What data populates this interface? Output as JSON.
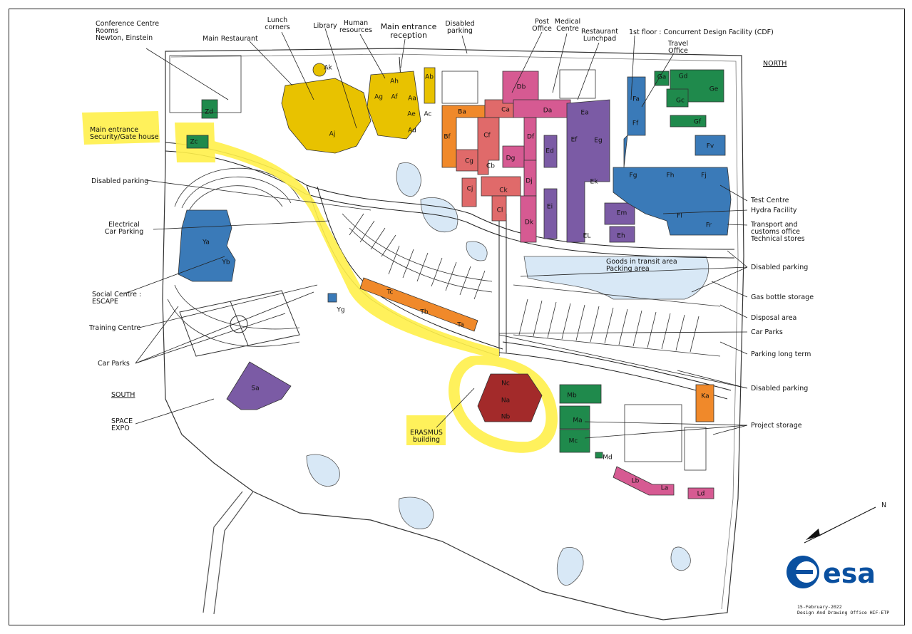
{
  "map": {
    "compass_north": "NORTH",
    "compass_south": "SOUTH",
    "north_arrow_letter": "N",
    "logo_text": "esa",
    "footer_date": "15-February-2022",
    "footer_office": "Design And Drawing Office HIF-ETP",
    "colors": {
      "yellow": "#e8c200",
      "highlight": "#fff04a",
      "orange": "#f0892a",
      "pink": "#d65a92",
      "red": "#e06a6a",
      "purple": "#7b5ba5",
      "blue": "#3a7ab8",
      "green": "#1f8a4c",
      "darkred": "#a32a2a",
      "water": "#d8e8f6",
      "logo_blue": "#0a50a0"
    },
    "labels": [
      {
        "id": "conference",
        "lines": [
          "Conference Centre",
          "Rooms",
          "Newton, Einstein"
        ]
      },
      {
        "id": "lunch",
        "lines": [
          "Lunch",
          "corners"
        ]
      },
      {
        "id": "library",
        "lines": [
          "Library"
        ]
      },
      {
        "id": "hr",
        "lines": [
          "Human",
          "resources"
        ]
      },
      {
        "id": "main-entrance-reception",
        "lines": [
          "Main entrance",
          "reception"
        ]
      },
      {
        "id": "disabled-parking-top",
        "lines": [
          "Disabled",
          "parking"
        ]
      },
      {
        "id": "post-office",
        "lines": [
          "Post",
          "Office"
        ]
      },
      {
        "id": "medical",
        "lines": [
          "Medical",
          "Centre"
        ]
      },
      {
        "id": "restaurant-lunchpad",
        "lines": [
          "Restaurant",
          "Lunchpad"
        ]
      },
      {
        "id": "cdf",
        "lines": [
          "1st floor : Concurrent Design Facility (CDF)"
        ]
      },
      {
        "id": "travel",
        "lines": [
          "Travel",
          "Office"
        ]
      },
      {
        "id": "main-restaurant",
        "lines": [
          "Main Restaurant"
        ]
      },
      {
        "id": "gate",
        "lines": [
          "Main entrance",
          "Security/Gate house"
        ]
      },
      {
        "id": "disabled-parking-left",
        "lines": [
          "Disabled parking"
        ]
      },
      {
        "id": "electrical",
        "lines": [
          "Electrical",
          "Car Parking"
        ]
      },
      {
        "id": "social",
        "lines": [
          "Social Centre :",
          "ESCAPE"
        ]
      },
      {
        "id": "training",
        "lines": [
          "Training Centre"
        ]
      },
      {
        "id": "carparks-left",
        "lines": [
          "Car Parks"
        ]
      },
      {
        "id": "space-expo",
        "lines": [
          "SPACE",
          "EXPO"
        ]
      },
      {
        "id": "erasmus",
        "lines": [
          "ERASMUS",
          "building"
        ]
      },
      {
        "id": "test-centre",
        "lines": [
          "Test Centre"
        ]
      },
      {
        "id": "hydra",
        "lines": [
          "Hydra Facility"
        ]
      },
      {
        "id": "transport",
        "lines": [
          "Transport and",
          "customs office",
          "Technical stores"
        ]
      },
      {
        "id": "disabled-parking-right",
        "lines": [
          "Disabled parking"
        ]
      },
      {
        "id": "goods",
        "lines": [
          "Goods in transit area",
          "Packing area"
        ]
      },
      {
        "id": "gas",
        "lines": [
          "Gas bottle storage"
        ]
      },
      {
        "id": "disposal",
        "lines": [
          "Disposal area"
        ]
      },
      {
        "id": "carparks-right",
        "lines": [
          "Car Parks"
        ]
      },
      {
        "id": "parking-long",
        "lines": [
          "Parking long term"
        ]
      },
      {
        "id": "disabled-parking-right2",
        "lines": [
          "Disabled parking"
        ]
      },
      {
        "id": "project-storage",
        "lines": [
          "Project storage"
        ]
      }
    ],
    "buildings": [
      {
        "code": "Ab",
        "color": "yellow"
      },
      {
        "code": "Ac",
        "color": "yellow"
      },
      {
        "code": "Ad",
        "color": "yellow"
      },
      {
        "code": "Ae",
        "color": "yellow"
      },
      {
        "code": "Af",
        "color": "yellow"
      },
      {
        "code": "Ag",
        "color": "yellow"
      },
      {
        "code": "Ah",
        "color": "yellow"
      },
      {
        "code": "Aa",
        "color": "yellow"
      },
      {
        "code": "Aj",
        "color": "yellow"
      },
      {
        "code": "Ak",
        "color": "yellow"
      },
      {
        "code": "Ba",
        "color": "orange"
      },
      {
        "code": "Bf",
        "color": "orange"
      },
      {
        "code": "Ca",
        "color": "red"
      },
      {
        "code": "Cf",
        "color": "red"
      },
      {
        "code": "Cg",
        "color": "red"
      },
      {
        "code": "Cb",
        "color": "red"
      },
      {
        "code": "Cj",
        "color": "red"
      },
      {
        "code": "Ck",
        "color": "red"
      },
      {
        "code": "Cl",
        "color": "red"
      },
      {
        "code": "Db",
        "color": "pink"
      },
      {
        "code": "Da",
        "color": "pink"
      },
      {
        "code": "Df",
        "color": "pink"
      },
      {
        "code": "Dg",
        "color": "pink"
      },
      {
        "code": "Dj",
        "color": "pink"
      },
      {
        "code": "Dk",
        "color": "pink"
      },
      {
        "code": "Ea",
        "color": "purple"
      },
      {
        "code": "Ef",
        "color": "purple"
      },
      {
        "code": "Eg",
        "color": "purple"
      },
      {
        "code": "Ed",
        "color": "purple"
      },
      {
        "code": "Ek",
        "color": "purple"
      },
      {
        "code": "Ei",
        "color": "purple"
      },
      {
        "code": "EL",
        "color": "purple"
      },
      {
        "code": "Em",
        "color": "purple"
      },
      {
        "code": "Eh",
        "color": "purple"
      },
      {
        "code": "Fa",
        "color": "blue"
      },
      {
        "code": "Ff",
        "color": "blue"
      },
      {
        "code": "Fg",
        "color": "blue"
      },
      {
        "code": "Fh",
        "color": "blue"
      },
      {
        "code": "Fj",
        "color": "blue"
      },
      {
        "code": "Fl",
        "color": "blue"
      },
      {
        "code": "Fr",
        "color": "blue"
      },
      {
        "code": "Fv",
        "color": "blue"
      },
      {
        "code": "Ga",
        "color": "green"
      },
      {
        "code": "Gd",
        "color": "green"
      },
      {
        "code": "Ge",
        "color": "green"
      },
      {
        "code": "Gc",
        "color": "green"
      },
      {
        "code": "Gf",
        "color": "green"
      },
      {
        "code": "Zd",
        "color": "green"
      },
      {
        "code": "Zc",
        "color": "green"
      },
      {
        "code": "Ya",
        "color": "blue"
      },
      {
        "code": "Yb",
        "color": "blue"
      },
      {
        "code": "Yg",
        "color": "blue"
      },
      {
        "code": "Tc",
        "color": "orange"
      },
      {
        "code": "Tb",
        "color": "orange"
      },
      {
        "code": "Ta",
        "color": "orange"
      },
      {
        "code": "Sa",
        "color": "purple"
      },
      {
        "code": "Nc",
        "color": "darkred"
      },
      {
        "code": "Na",
        "color": "darkred"
      },
      {
        "code": "Nb",
        "color": "darkred"
      },
      {
        "code": "Mb",
        "color": "green"
      },
      {
        "code": "Ma",
        "color": "green"
      },
      {
        "code": "Mc",
        "color": "green"
      },
      {
        "code": "Md",
        "color": "green"
      },
      {
        "code": "Ka",
        "color": "orange"
      },
      {
        "code": "Lb",
        "color": "pink"
      },
      {
        "code": "La",
        "color": "pink"
      },
      {
        "code": "Ld",
        "color": "pink"
      }
    ]
  }
}
